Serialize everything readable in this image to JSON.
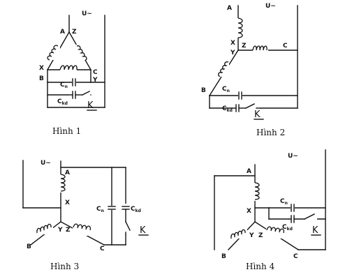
{
  "figures": [
    {
      "caption": "Hình 1",
      "supply": "U~",
      "nodes": {
        "A": "A",
        "Z": "Z",
        "X": "X",
        "B": "B",
        "C": "C",
        "Y": "Y"
      },
      "run_cap": {
        "main": "C",
        "sub": "n"
      },
      "start_cap": {
        "main": "C",
        "sub": "kd"
      },
      "switch": "K"
    },
    {
      "caption": "Hình 2",
      "supply": "U~",
      "nodes": {
        "A": "A",
        "X": "X",
        "Y": "Y",
        "Z": "Z",
        "C": "C",
        "B": "B"
      },
      "run_cap": {
        "main": "C",
        "sub": "n"
      },
      "start_cap": {
        "main": "C",
        "sub": "kd"
      },
      "switch": "K"
    },
    {
      "caption": "Hình 3",
      "supply": "U~",
      "nodes": {
        "A": "A",
        "X": "X",
        "Y": "Y",
        "Z": "Z",
        "B": "B",
        "C": "C"
      },
      "run_cap": {
        "main": "C",
        "sub": "n"
      },
      "start_cap": {
        "main": "C",
        "sub": "kd"
      },
      "switch": "K"
    },
    {
      "caption": "Hình 4",
      "supply": "U~",
      "nodes": {
        "A": "A",
        "X": "X",
        "Y": "Y",
        "Z": "Z",
        "B": "B",
        "C": "C"
      },
      "run_cap": {
        "main": "C",
        "sub": "n"
      },
      "start_cap": {
        "main": "C",
        "sub": "kd"
      },
      "switch": "K"
    }
  ]
}
